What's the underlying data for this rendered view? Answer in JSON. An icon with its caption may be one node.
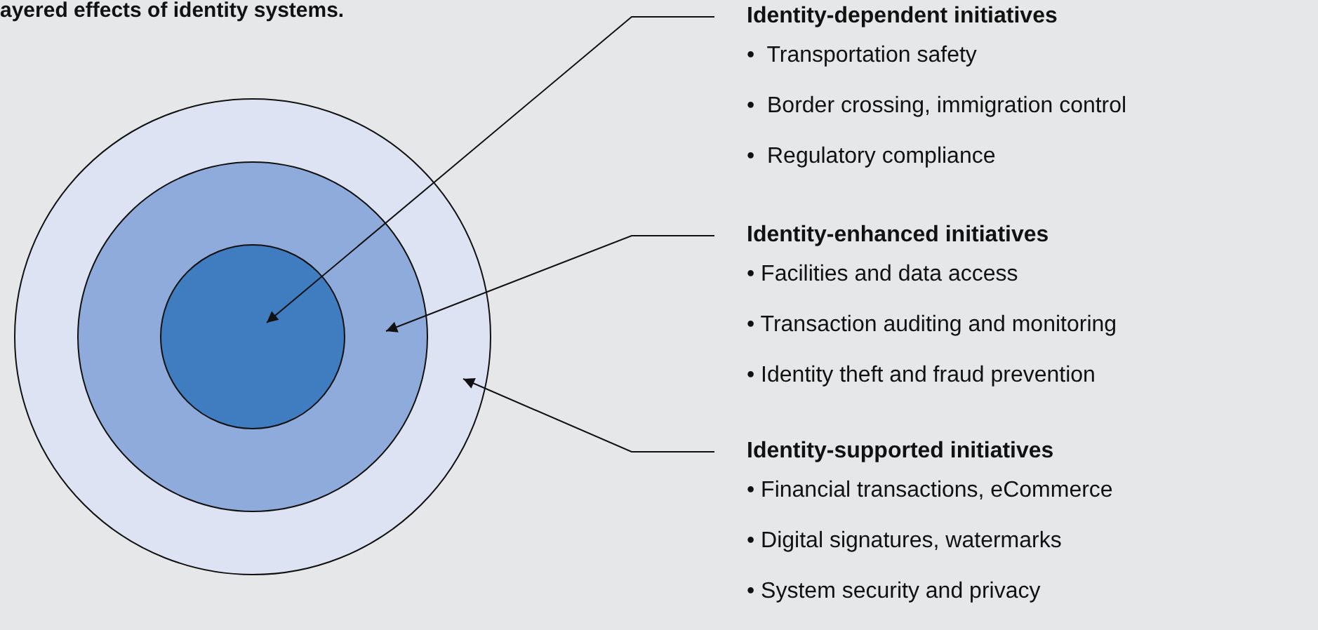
{
  "diagram": {
    "title": "ayered effects of identity systems.",
    "nodes": [
      {
        "text": [],
        "shape": "circle"
      },
      {
        "text": [],
        "shape": "circle",
        "in": 0
      },
      {
        "text": [],
        "shape": "circle",
        "in": 1
      },
      {
        "text": [
          "Identity-dependent initiatives",
          "•  Transportation safety",
          "•  Border crossing, immigration control",
          "•  Regulatory compliance"
        ]
      },
      {
        "text": [
          "Identity-enhanced initiatives",
          "• Facilities and data access",
          "• Transaction auditing and monitoring",
          "• Identity theft and fraud prevention"
        ]
      },
      {
        "text": [
          "Identity-supported initiatives",
          "• Financial transactions, eCommerce",
          "• Digital signatures, watermarks",
          "• System security and privacy"
        ]
      }
    ],
    "edges": [
      {
        "from": 3,
        "to": 2,
        "arrow": "to"
      },
      {
        "from": 4,
        "to": 1,
        "arrow": "to"
      },
      {
        "from": 5,
        "to": 0,
        "arrow": "to"
      }
    ]
  }
}
